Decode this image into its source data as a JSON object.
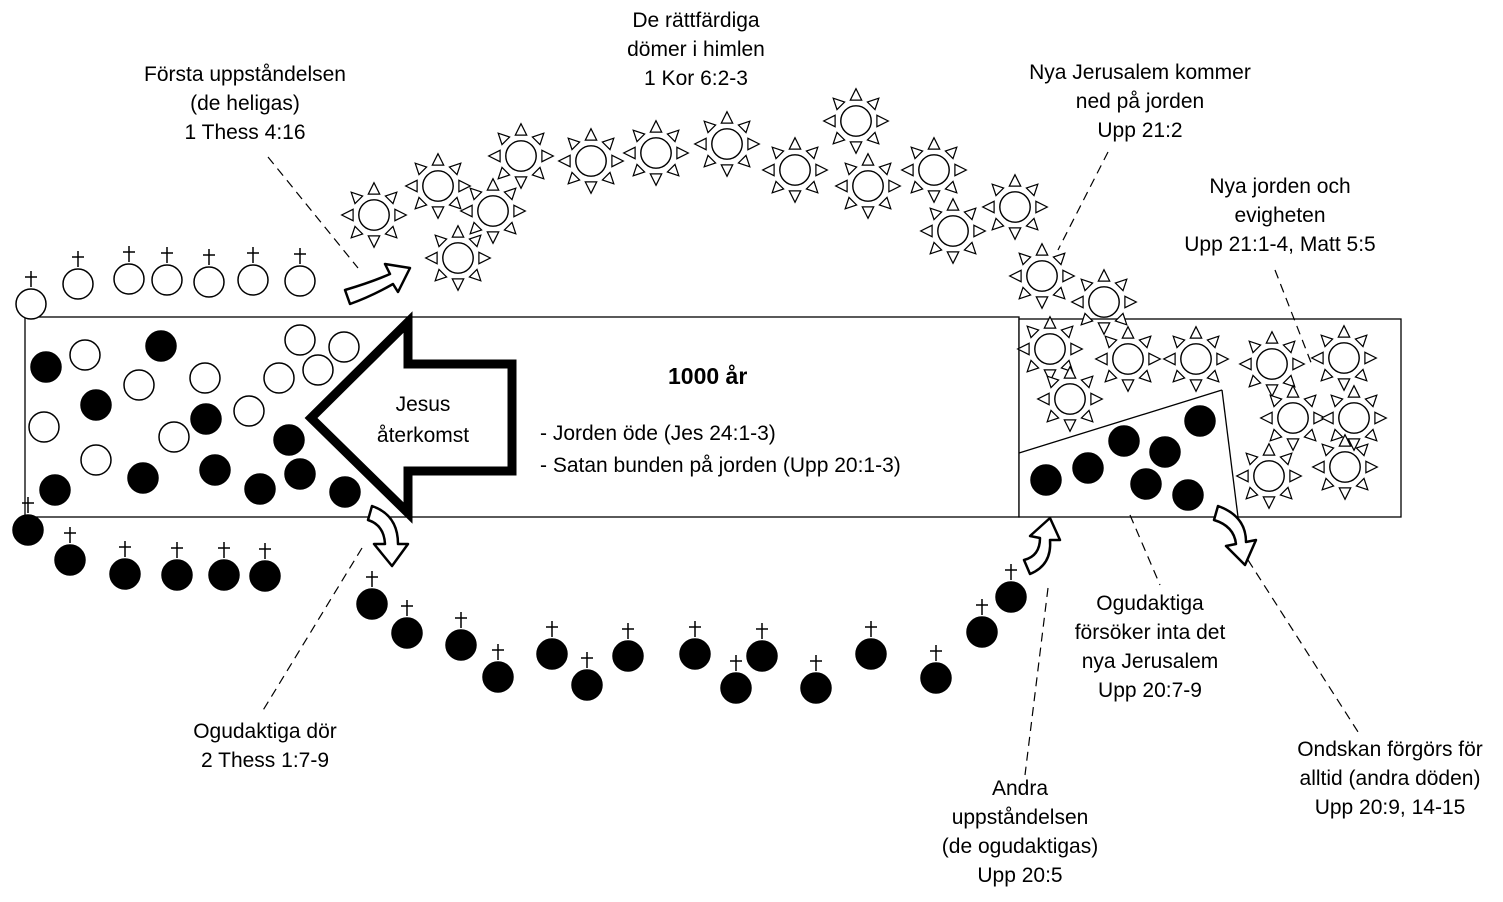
{
  "labels": {
    "first_resurrection": [
      "Första uppståndelsen",
      "(de heligas)",
      "1 Thess 4:16"
    ],
    "righteous_judge": [
      "De rättfärdiga",
      "dömer i himlen",
      "1 Kor 6:2-3"
    ],
    "new_jerusalem": [
      "Nya Jerusalem kommer",
      "ned på jorden",
      "Upp 21:2"
    ],
    "new_earth": [
      "Nya jorden och",
      "evigheten",
      "Upp 21:1-4, Matt 5:5"
    ],
    "wicked_attempt": [
      "Ogudaktiga",
      "försöker inta det",
      "nya Jerusalem",
      "Upp 20:7-9"
    ],
    "wicked_die": [
      "Ogudaktiga dör",
      "2 Thess 1:7-9"
    ],
    "second_resurrection": [
      "Andra",
      "uppståndelsen",
      "(de ogudaktigas)",
      "Upp 20:5"
    ],
    "evil_destroyed": [
      "Ondskan förgörs för",
      "alltid (andra döden)",
      "Upp 20:9, 14-15"
    ]
  },
  "millennium": {
    "title": "1000 år",
    "line1": "- Jorden öde (Jes 24:1-3)",
    "line2": "- Satan bunden på jorden (Upp 20:1-3)"
  },
  "jesus_arrow": {
    "line1": "Jesus",
    "line2": "återkomst"
  },
  "colors": {
    "stroke": "#000000",
    "righteous_fill": "#ffffff",
    "wicked_fill": "#000000"
  }
}
